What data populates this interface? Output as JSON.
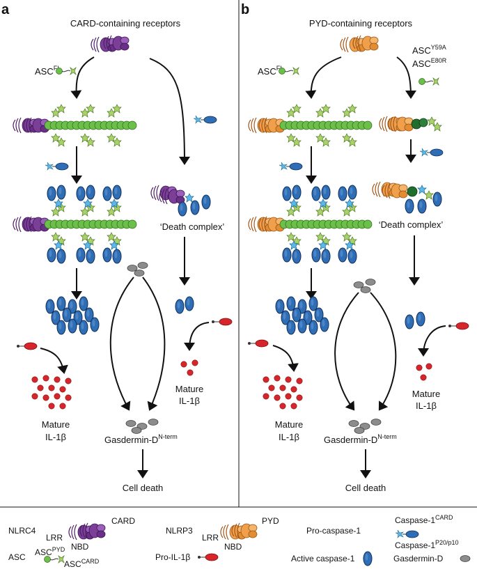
{
  "panel_a": {
    "letter": "a",
    "title": "CARD-containing receptors",
    "asc_fl_base": "ASC",
    "asc_fl_sup": "FL",
    "death_complex": "‘Death complex’",
    "mature_left": [
      "Mature",
      "IL-1β"
    ],
    "mature_right": [
      "Mature",
      "IL-1β"
    ],
    "gasdermin_base": "Gasdermin-D",
    "gasdermin_sup": "N-term",
    "cell_death": "Cell death"
  },
  "panel_b": {
    "letter": "b",
    "title": "PYD-containing receptors",
    "asc_fl_base": "ASC",
    "asc_fl_sup": "FL",
    "asc_mut1_base": "ASC",
    "asc_mut1_sup": "Y59A",
    "asc_mut2_base": "ASC",
    "asc_mut2_sup": "E80R",
    "death_complex": "‘Death complex’",
    "mature_left": [
      "Mature",
      "IL-1β"
    ],
    "mature_right": [
      "Mature",
      "IL-1β"
    ],
    "gasdermin_base": "Gasdermin-D",
    "gasdermin_sup": "N-term",
    "cell_death": "Cell death"
  },
  "legend": {
    "nlrc4": "NLRC4",
    "nlrc4_lrr": "LRR",
    "nlrc4_nbd": "NBD",
    "nlrc4_card": "CARD",
    "nlrp3": "NLRP3",
    "nlrp3_lrr": "LRR",
    "nlrp3_nbd": "NBD",
    "nlrp3_pyd": "PYD",
    "asc": "ASC",
    "asc_pyd_base": "ASC",
    "asc_pyd_sup": "PYD",
    "asc_card_base": "ASC",
    "asc_card_sup": "CARD",
    "pro_il1b": "Pro-IL-1β",
    "pro_caspase": "Pro-caspase-1",
    "active_caspase": "Active caspase-1",
    "casp_card_base": "Caspase-1",
    "casp_card_sup": "CARD",
    "casp_p20_base": "Caspase-1",
    "casp_p20_sup": "P20/p10",
    "gasdermin": "Gasdermin-D"
  },
  "colors": {
    "nlrc4": "#7b3f98",
    "nlrp3": "#f0a04b",
    "asc_pyd": "#6cc04a",
    "asc_card": "#a9d36a",
    "casp_card": "#5bb8e8",
    "caspase": "#2f6db5",
    "il1b": "#d7262b",
    "gasdermin": "#8c8c8c",
    "dark_green": "#1f6e2e"
  }
}
